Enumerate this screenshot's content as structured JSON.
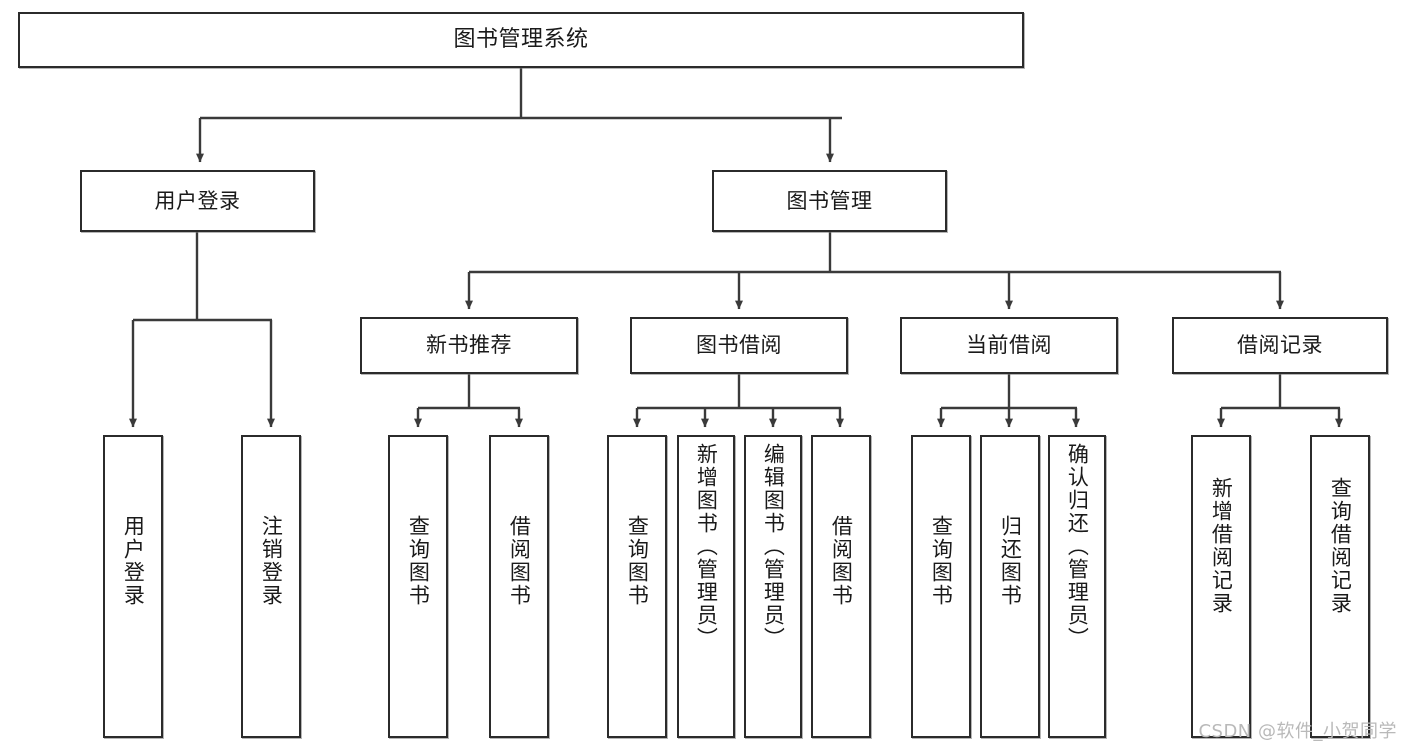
{
  "diagram": {
    "type": "tree-hierarchy",
    "title": "图书管理系统",
    "watermark": "CSDN @软件_小贺同学",
    "colors": {
      "box_border": "#2b2b2b",
      "box_fill": "#ffffff",
      "connector": "#3a3a3a",
      "text": "#1a1a1a",
      "watermark": "#b9b9b9",
      "background": "#ffffff"
    },
    "levels": {
      "root": {
        "label": "图书管理系统"
      },
      "level2": [
        {
          "label": "用户登录"
        },
        {
          "label": "图书管理"
        }
      ],
      "level3": [
        {
          "label": "新书推荐"
        },
        {
          "label": "图书借阅"
        },
        {
          "label": "当前借阅"
        },
        {
          "label": "借阅记录"
        }
      ],
      "leaves": [
        {
          "label": "用户登录",
          "parent": "用户登录"
        },
        {
          "label": "注销登录",
          "parent": "用户登录"
        },
        {
          "label": "查询图书",
          "parent": "新书推荐"
        },
        {
          "label": "借阅图书",
          "parent": "新书推荐"
        },
        {
          "label": "查询图书",
          "parent": "图书借阅"
        },
        {
          "label": "新增图书（管理员）",
          "parent": "图书借阅"
        },
        {
          "label": "编辑图书（管理员）",
          "parent": "图书借阅"
        },
        {
          "label": "借阅图书",
          "parent": "图书借阅"
        },
        {
          "label": "查询图书",
          "parent": "当前借阅"
        },
        {
          "label": "归还图书",
          "parent": "当前借阅"
        },
        {
          "label": "确认归还（管理员）",
          "parent": "当前借阅"
        },
        {
          "label": "新增借阅记录",
          "parent": "借阅记录"
        },
        {
          "label": "查询借阅记录",
          "parent": "借阅记录"
        }
      ]
    }
  }
}
